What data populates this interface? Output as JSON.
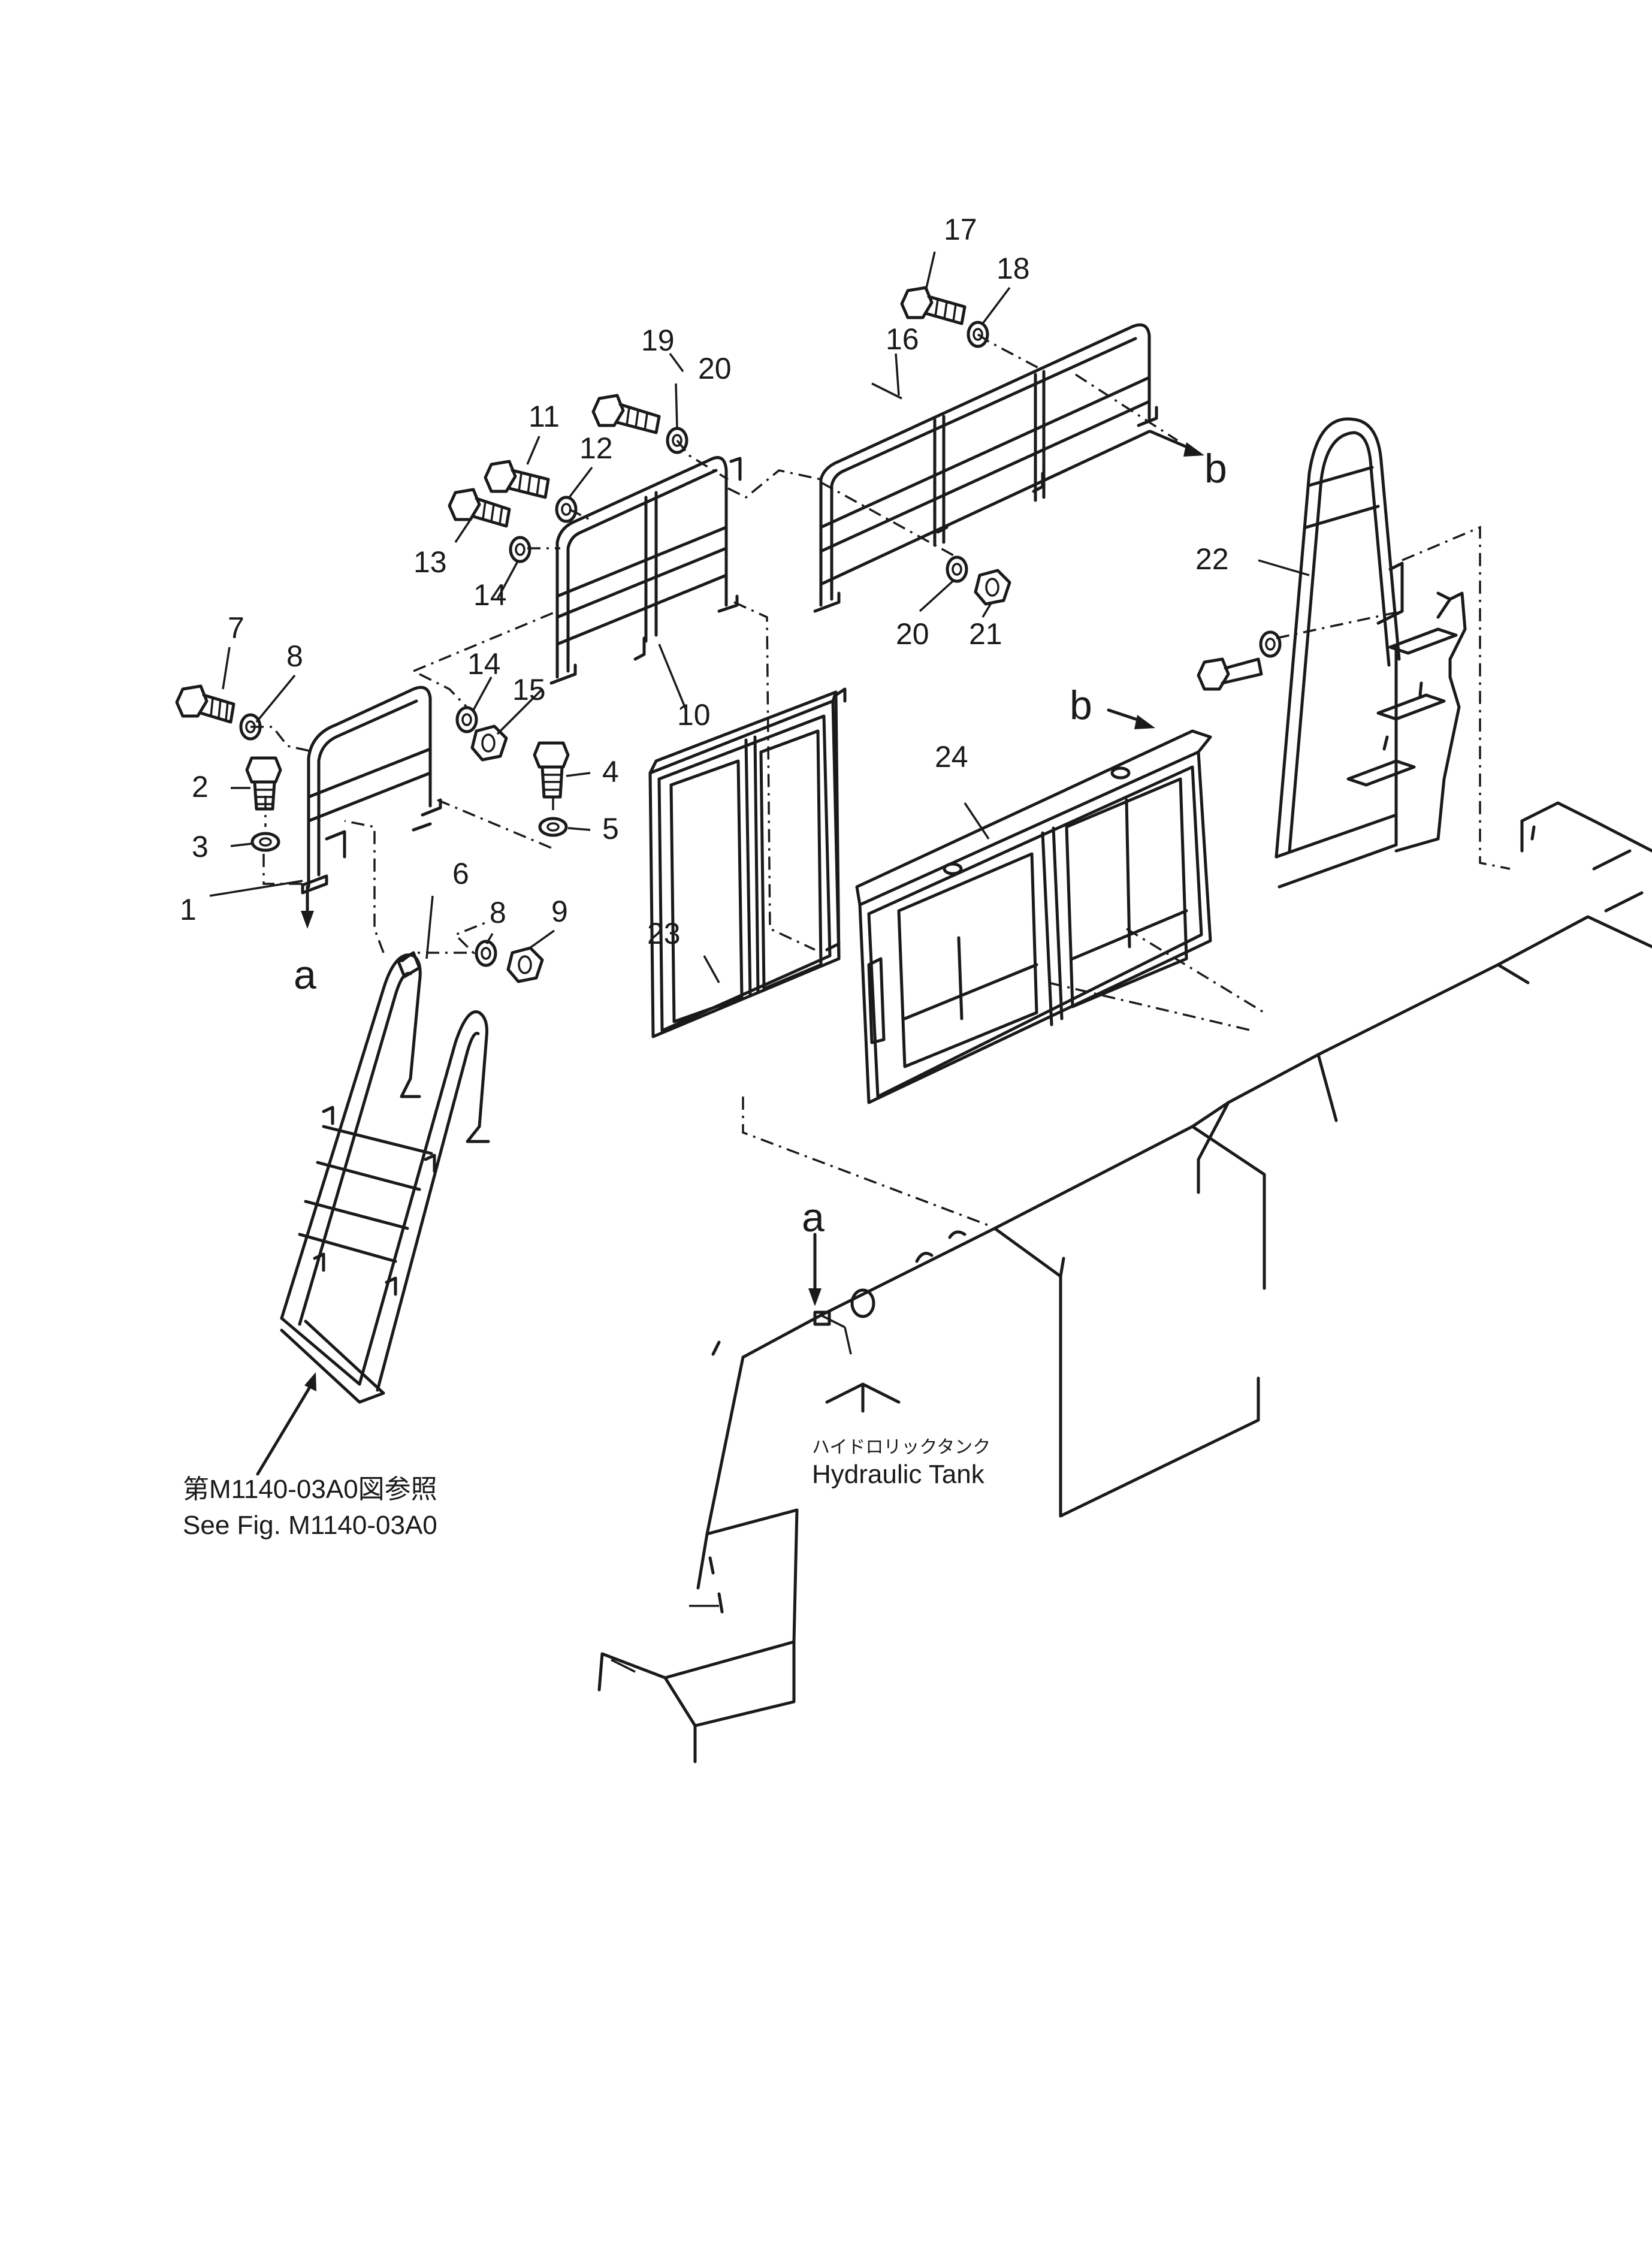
{
  "callouts": {
    "n1": "1",
    "n2": "2",
    "n3": "3",
    "n4": "4",
    "n5": "5",
    "n6": "6",
    "n7": "7",
    "n8a": "8",
    "n8b": "8",
    "n9": "9",
    "n10": "10",
    "n11": "11",
    "n12": "12",
    "n13": "13",
    "n14a": "14",
    "n14b": "14",
    "n15": "15",
    "n16": "16",
    "n17": "17",
    "n18": "18",
    "n19": "19",
    "n20a": "20",
    "n20b": "20",
    "n21": "21",
    "n22": "22",
    "n23": "23",
    "n24": "24"
  },
  "reference_letters": {
    "a1": "a",
    "a2": "a",
    "b1": "b",
    "b2": "b"
  },
  "notes": {
    "ref_jp": "第M1140-03A0図参照",
    "ref_en": "See  Fig. M1140-03A0",
    "tank_jp": "ハイドロリックタンク",
    "tank_en": "Hydraulic  Tank"
  }
}
